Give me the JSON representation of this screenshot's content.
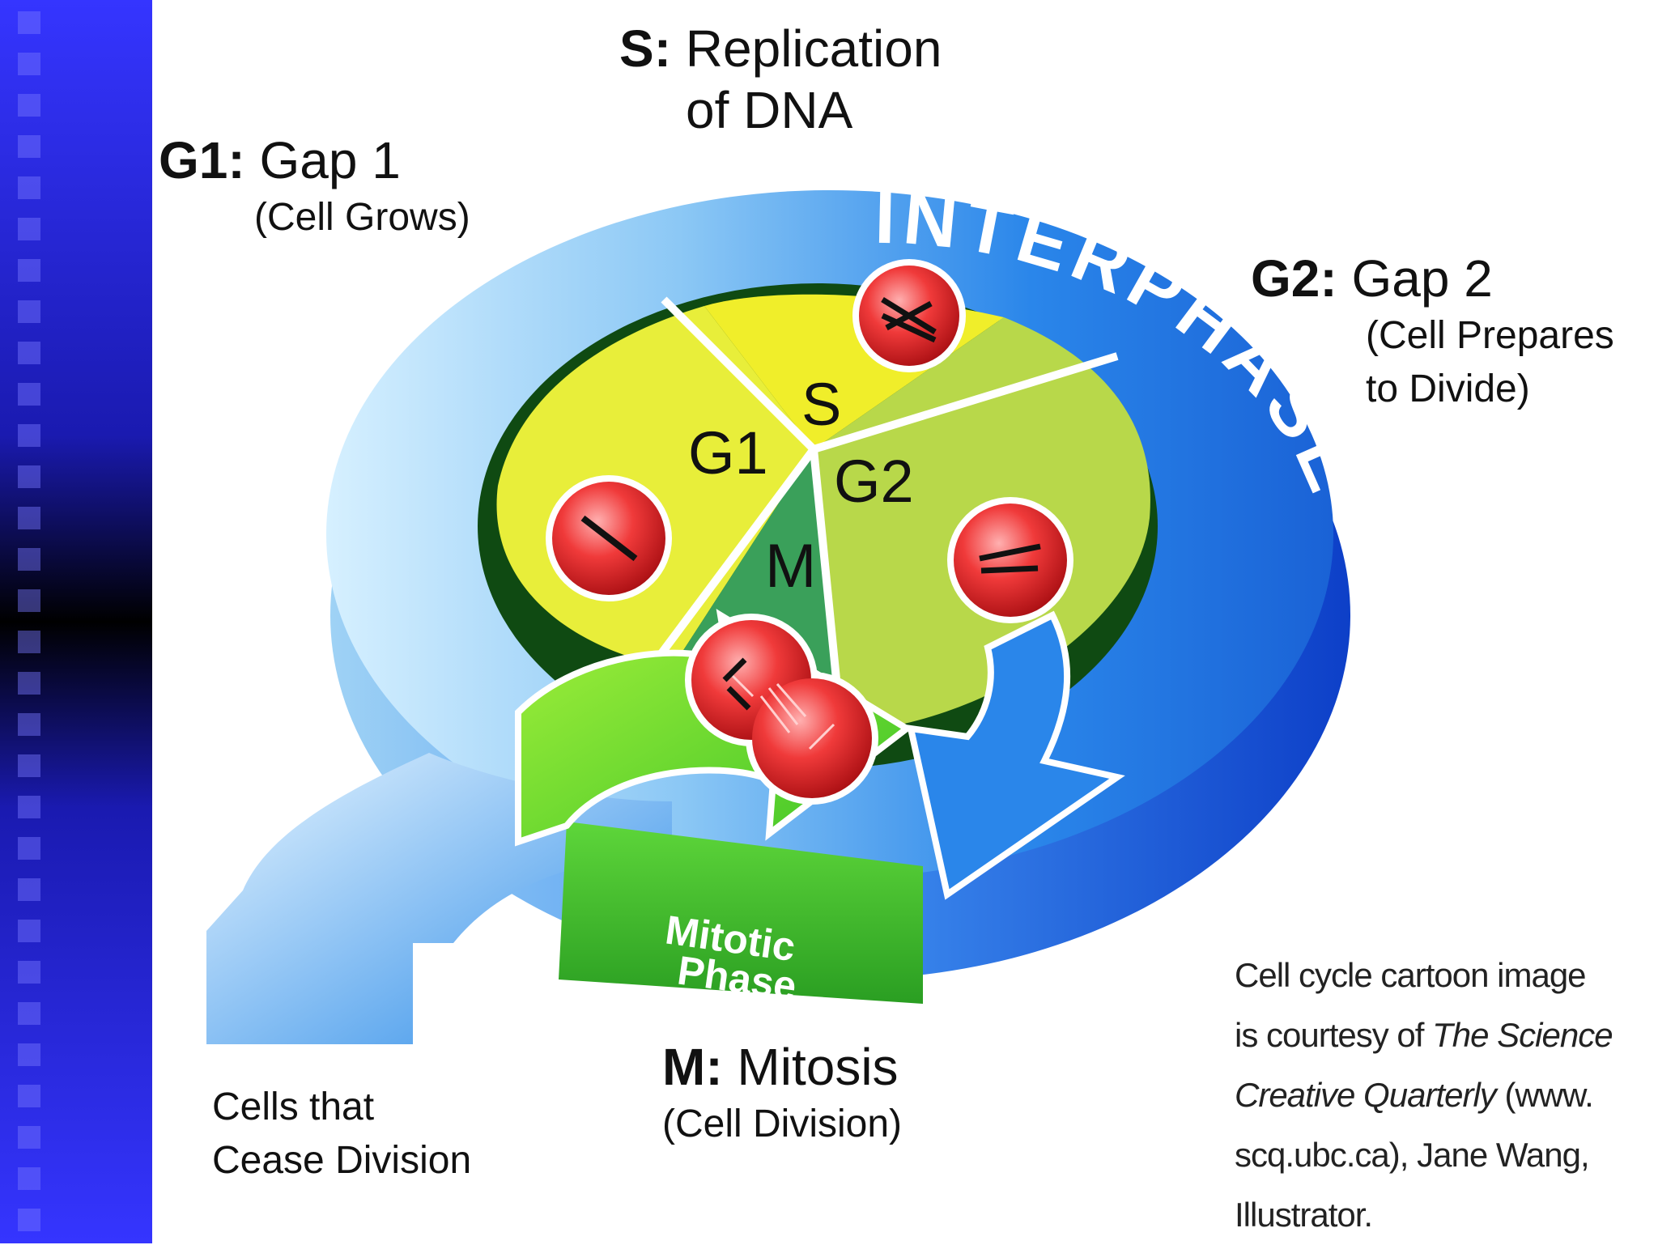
{
  "labels": {
    "s_phase": {
      "code": "S:",
      "title_line1": "Replication",
      "title_line2": "of DNA"
    },
    "g1_phase": {
      "code": "G1:",
      "title": "Gap 1",
      "subtitle": "(Cell Grows)"
    },
    "g2_phase": {
      "code": "G2:",
      "title": "Gap 2",
      "subtitle_line1": "(Cell Prepares",
      "subtitle_line2": "to Divide)"
    },
    "m_phase": {
      "code": "M:",
      "title": "Mitosis",
      "subtitle": "(Cell Division)"
    },
    "cease": {
      "line1": "Cells that",
      "line2": "Cease Division"
    }
  },
  "diagram": {
    "ring_label": "INTERPHASE",
    "mitotic_line1": "Mitotic",
    "mitotic_line2": "Phase",
    "sector_g1": "G1",
    "sector_s": "S",
    "sector_g2": "G2",
    "sector_m": "M"
  },
  "credit": {
    "line1": "Cell cycle cartoon image",
    "line2_a": "is courtesy of ",
    "line2_b": "The Science",
    "line3_a": "Creative Quarterly",
    "line3_b": " (www.",
    "line4": "scq.ubc.ca), Jane Wang,",
    "line5": "Illustrator."
  },
  "colors": {
    "ring_blue": "#1e78e6",
    "ring_light": "#bfe6ff",
    "g1_yellow": "#e8ee3a",
    "g2_green": "#b4d64a",
    "m_green": "#3aa05a",
    "dark_green": "#0f4a12",
    "arrow_green": "#6fe01c",
    "cell_red": "#e3262a",
    "sidebar": "#3535ff"
  }
}
